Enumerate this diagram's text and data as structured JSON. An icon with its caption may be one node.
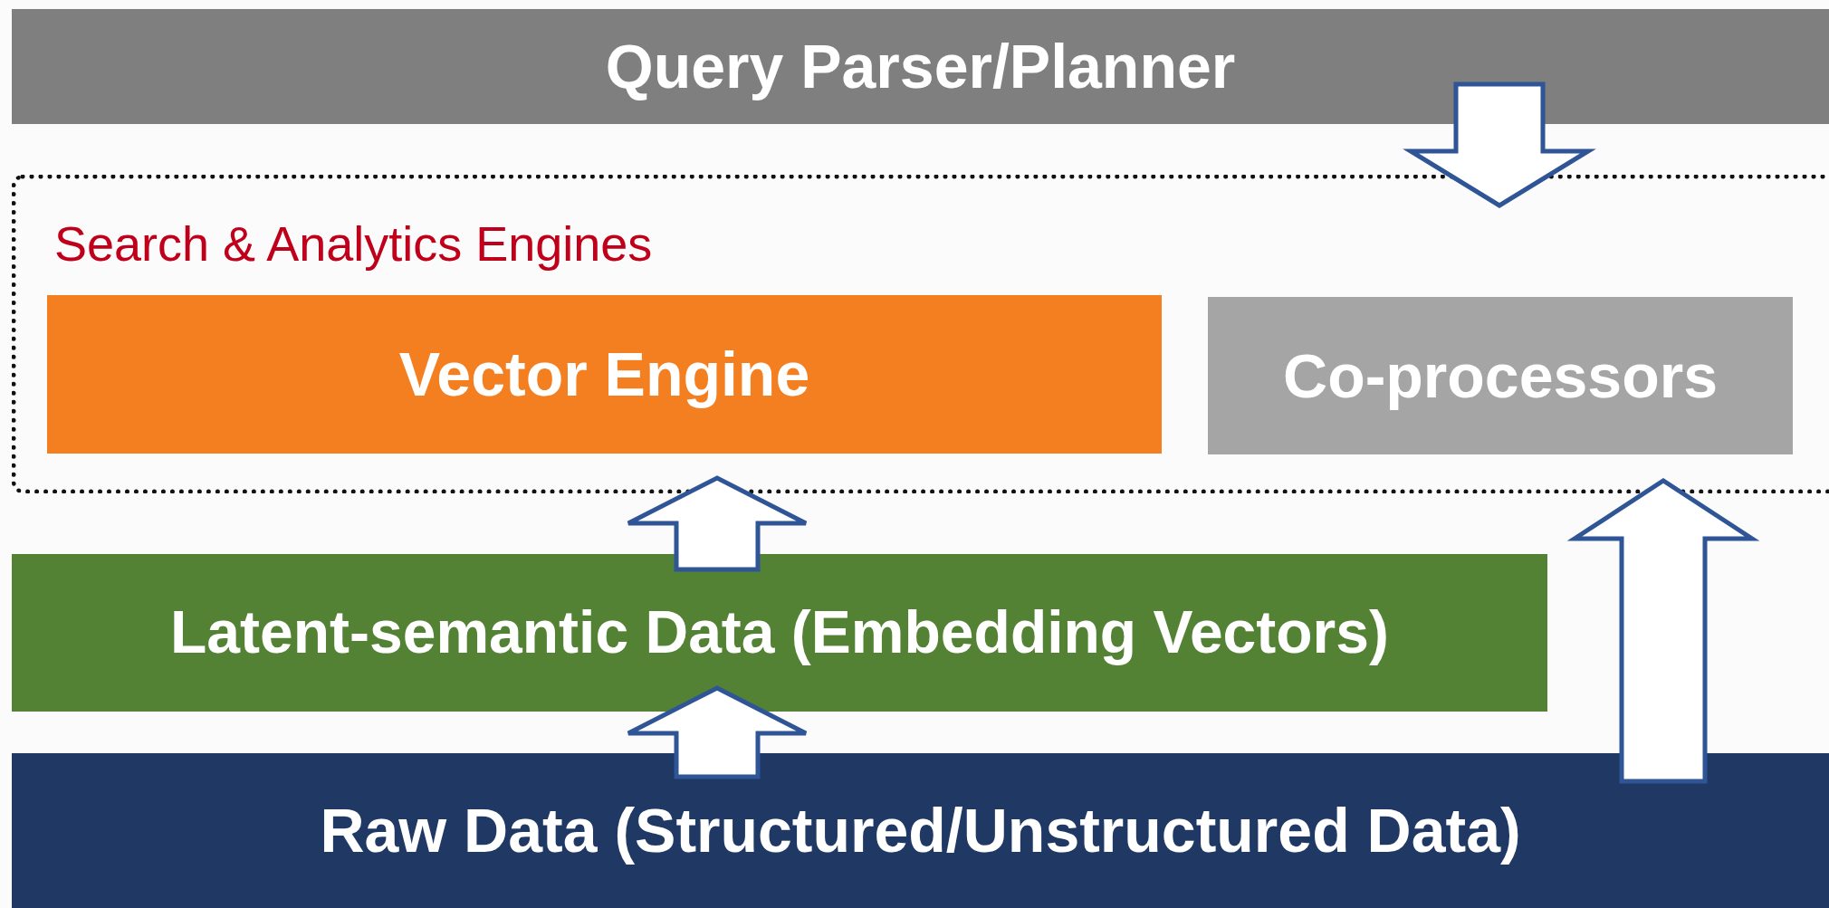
{
  "diagram": {
    "nodes": [
      {
        "text": [
          "Query Parser/Planner"
        ]
      },
      {
        "text": [
          "Search & Analytics Engines"
        ]
      },
      {
        "text": [
          "Vector Engine"
        ],
        "in": 1
      },
      {
        "text": [
          "Co-processors"
        ],
        "in": 1
      },
      {
        "text": [
          "Latent-semantic Data (Embedding Vectors)"
        ]
      },
      {
        "text": [
          "Raw Data (Structured/Unstructured Data)"
        ]
      }
    ],
    "edges": [
      {
        "from": 0,
        "to": 1,
        "arrow": "to"
      },
      {
        "from": 4,
        "to": 2,
        "arrow": "to"
      },
      {
        "from": 5,
        "to": 4,
        "arrow": "to"
      },
      {
        "from": 5,
        "to": 3,
        "arrow": "to"
      }
    ]
  }
}
